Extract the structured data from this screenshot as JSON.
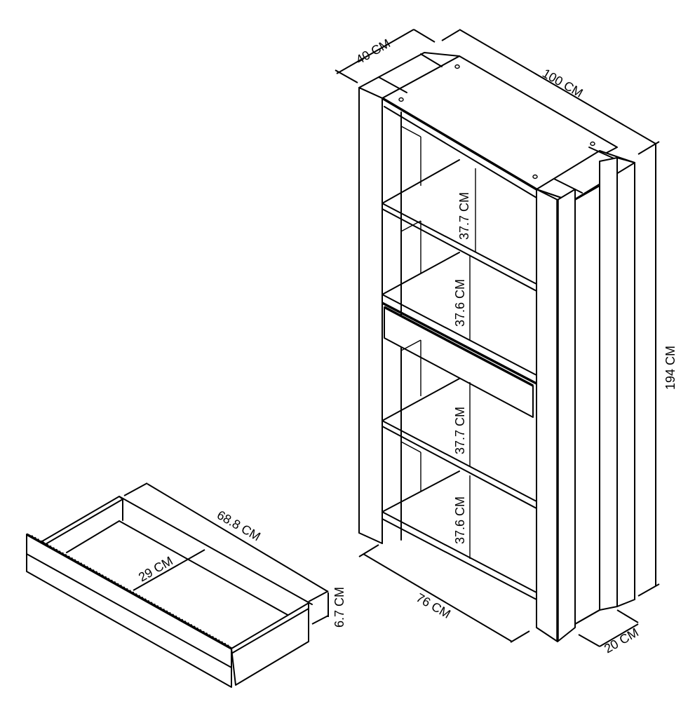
{
  "diagram": {
    "subject": "Bookcase with drawer - dimension drawing",
    "line_color": "#000000",
    "background": "#ffffff"
  },
  "bookcase": {
    "depth_label": "40 CM",
    "width_label": "100 CM",
    "height_label": "194 CM",
    "inner_width_label": "76 CM",
    "leg_depth_label": "20 CM",
    "shelf_gaps": [
      {
        "label": "37.7 CM"
      },
      {
        "label": "37.6 CM"
      },
      {
        "label": "37.7 CM"
      },
      {
        "label": "37.6 CM"
      }
    ]
  },
  "drawer": {
    "length_label": "68.8 CM",
    "width_label": "29 CM",
    "height_label": "6.7 CM"
  }
}
